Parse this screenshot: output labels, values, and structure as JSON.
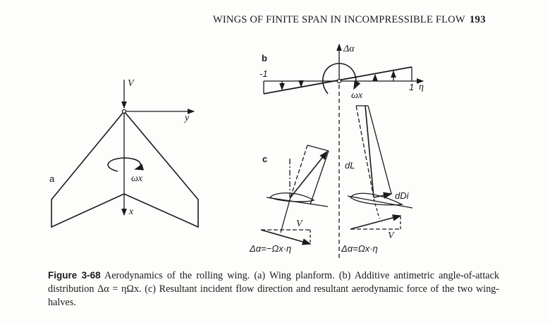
{
  "header": {
    "running_title": "WINGS OF FINITE SPAN IN INCOMPRESSIBLE FLOW",
    "page_number": "193"
  },
  "figure": {
    "panel_a": {
      "label": "a",
      "v": "V",
      "y": "y",
      "x": "x",
      "omega": "ωx"
    },
    "panel_b": {
      "label": "b",
      "minus_one": "-1",
      "one": "1",
      "eta": "η",
      "delta_alpha": "Δα",
      "omega": "ωx"
    },
    "panel_c": {
      "label": "c",
      "v_left": "V",
      "v_right": "V",
      "dL": "dL",
      "dDi": "dDi",
      "eq_left": "Δα=−Ωx·η",
      "eq_right": "Δα=Ωx·η"
    }
  },
  "caption": {
    "figure_no": "Figure 3-68",
    "text": "Aerodynamics of the rolling wing. (a) Wing planform. (b) Additive antimetric angle-of-attack distribution Δα = ηΩx. (c) Resultant incident flow direction and resultant aerodynamic force of the two wing-halves."
  }
}
